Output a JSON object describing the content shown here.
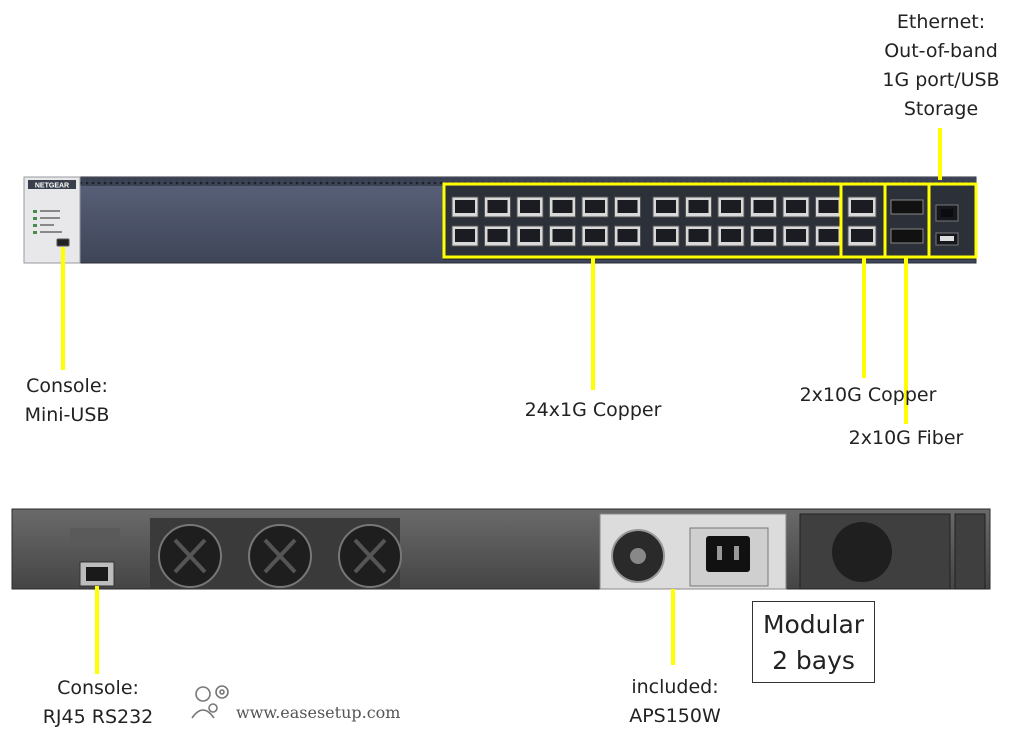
{
  "front_panel": {
    "brand": "NETGEAR",
    "labels": {
      "ethernet_oob": [
        "Ethernet:",
        "Out-of-band",
        "1G port/USB",
        "Storage"
      ],
      "console_mini_usb": [
        "Console:",
        "Mini-USB"
      ],
      "copper_24x1g": "24x1G Copper",
      "copper_2x10g": "2x10G Copper",
      "fiber_2x10g": "2x10G Fiber"
    }
  },
  "rear_panel": {
    "labels": {
      "console_rj45": [
        "Console:",
        "RJ45 RS232"
      ],
      "psu": [
        "included:",
        "APS150W"
      ],
      "modular": [
        "Modular",
        "2 bays"
      ]
    }
  },
  "watermark": {
    "text": "www.easesetup.com"
  },
  "colors": {
    "callout": "#ffff00",
    "chassis_front": "#4a5268",
    "chassis_rear": "#4f4f4f",
    "bezel": "#2e3138"
  }
}
